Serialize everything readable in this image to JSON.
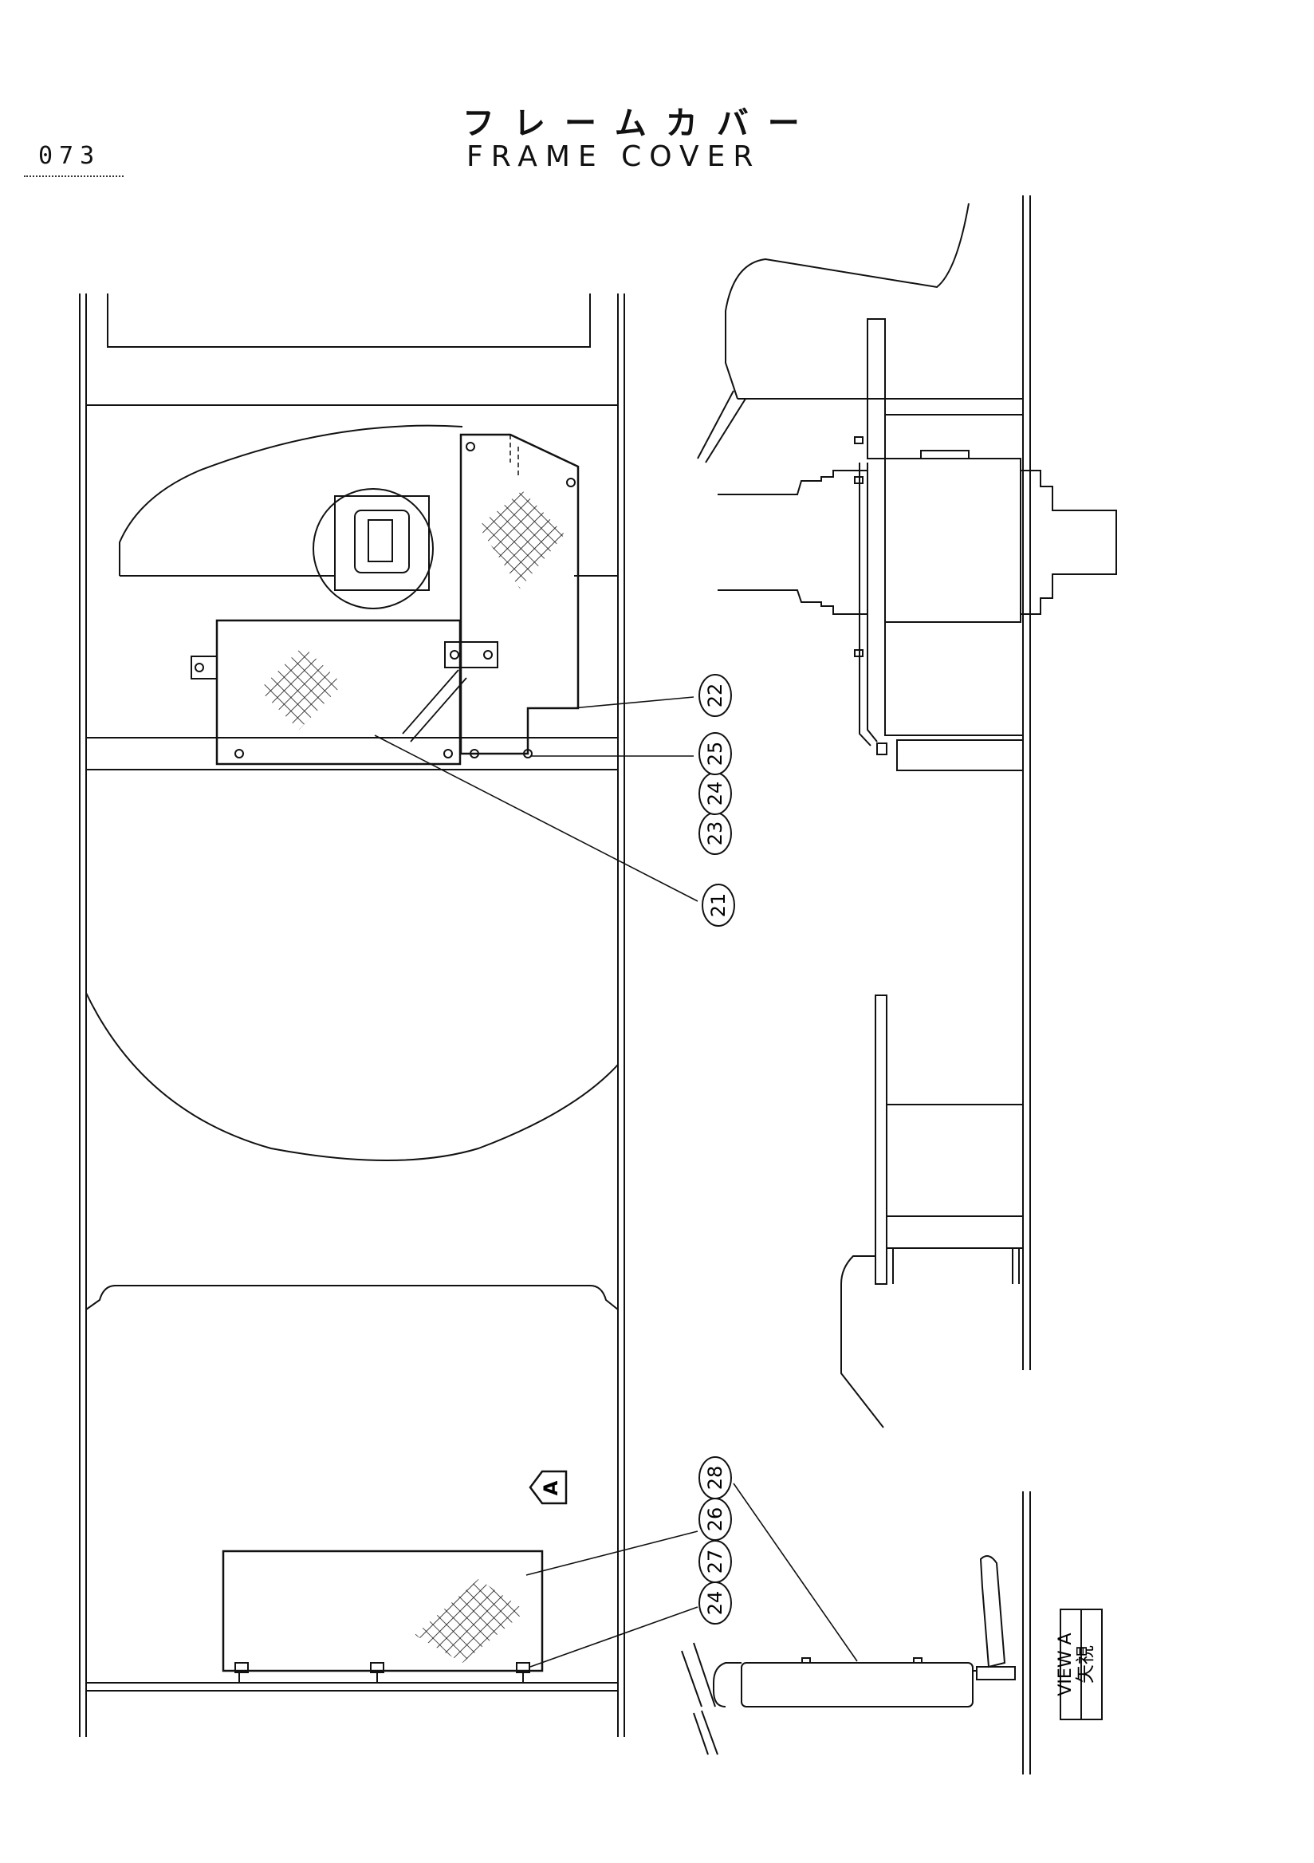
{
  "header": {
    "page_number": "073",
    "title_ja": "フレームカバー",
    "title_en": "FRAME COVER"
  },
  "view_marker": "A",
  "view_label": {
    "ja": "矢視",
    "en": "VIEW A"
  },
  "callouts": [
    {
      "id": "21",
      "label": "21"
    },
    {
      "id": "22",
      "label": "22"
    },
    {
      "id": "23",
      "label": "23"
    },
    {
      "id": "24a",
      "label": "24"
    },
    {
      "id": "25",
      "label": "25"
    },
    {
      "id": "24b",
      "label": "24"
    },
    {
      "id": "26",
      "label": "26"
    },
    {
      "id": "27",
      "label": "27"
    },
    {
      "id": "28",
      "label": "28"
    }
  ]
}
